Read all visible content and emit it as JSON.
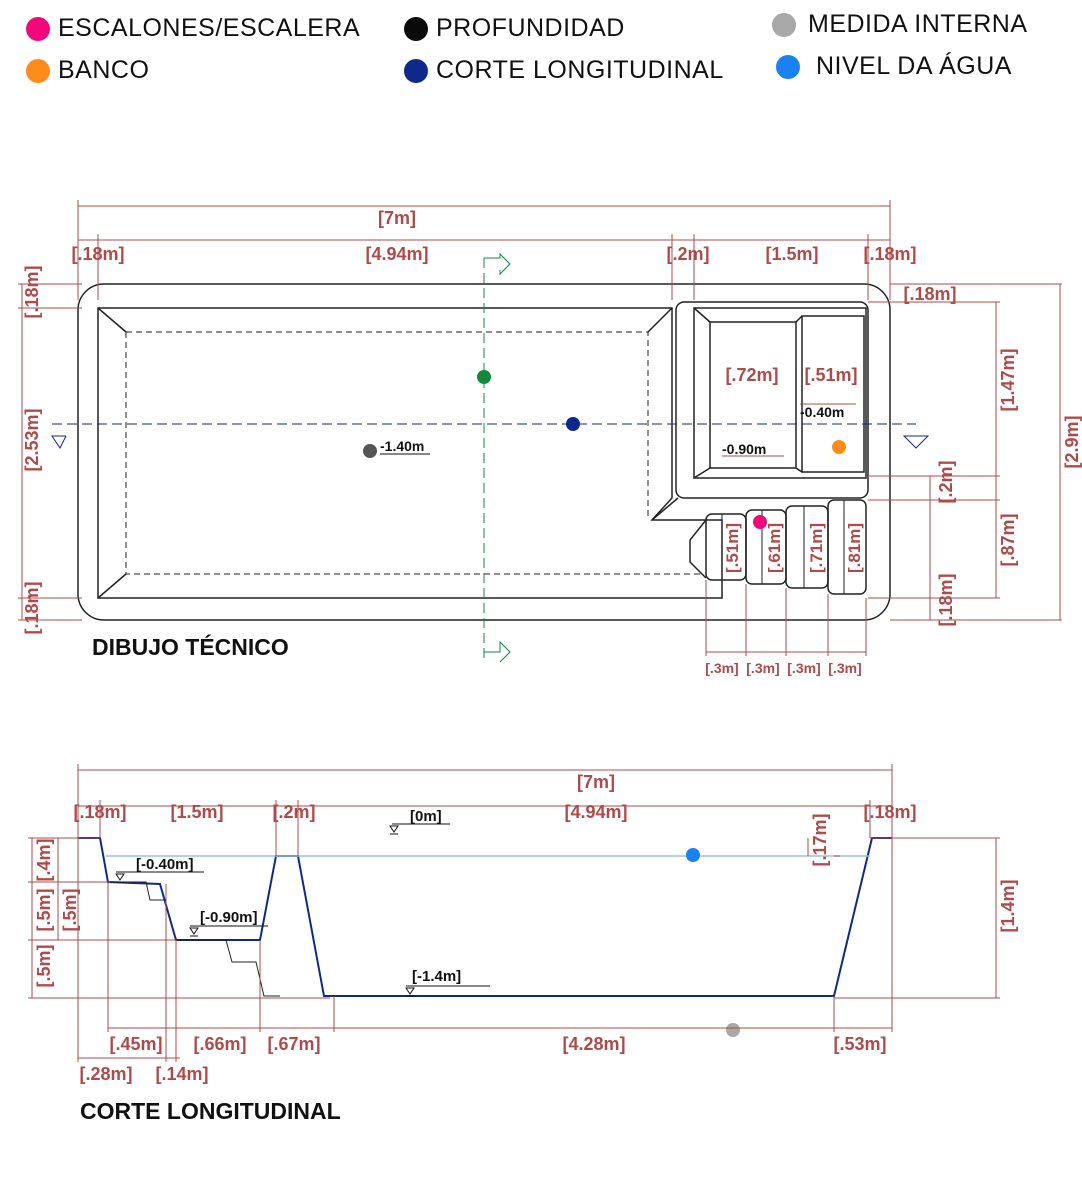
{
  "colors": {
    "escalones": "#f0087c",
    "profundidad": "#0a0a0a",
    "medida_interna": "#a8a8a8",
    "banco": "#ff8c1a",
    "corte": "#0d2a8a",
    "nivel": "#1a82f0",
    "green_marker": "#118a3e",
    "dim_color": "#b04a4a"
  },
  "legend": {
    "escalones": "ESCALONES/ESCALERA",
    "profundidad": "PROFUNDIDAD",
    "medida_interna": "MEDIDA INTERNA",
    "banco": "BANCO",
    "corte": "CORTE LONGITUDINAL",
    "nivel": "NIVEL DA ÁGUA"
  },
  "plan": {
    "title": "DIBUJO TÉCNICO",
    "total_length": "[7m]",
    "segments": [
      "[.18m]",
      "[4.94m]",
      "[.2m]",
      "[1.5m]",
      "[.18m]"
    ],
    "right_top": "[.18m]",
    "left_dims": [
      "[.18m]",
      "[2.53m]",
      "[.18m]"
    ],
    "right_dims": [
      "[1.47m]",
      "[.2m]",
      "[.87m]",
      "[.18m]"
    ],
    "total_width": "[2.9m]",
    "bench_dims": [
      "[.72m]",
      "[.51m]"
    ],
    "bench_levels": [
      "-0.40m",
      "-0.90m"
    ],
    "depth": "-1.40m",
    "step_dims": [
      "[.51m]",
      "[.61m]",
      "[.71m]",
      "[.81m]"
    ],
    "step_widths": [
      "[.3m]",
      "[.3m]",
      "[.3m]",
      "[.3m]"
    ]
  },
  "section": {
    "title": "CORTE LONGITUDINAL",
    "total_length": "[7m]",
    "top_segments": [
      "[.18m]",
      "[1.5m]",
      "[.2m]",
      "[4.94m]",
      "[.18m]"
    ],
    "levels": [
      "[0m]",
      "[-0.40m]",
      "[-0.90m]",
      "[-1.4m]"
    ],
    "left_dims": [
      "[.4m]",
      "[.5m]",
      "[.5m]",
      "[.5m]"
    ],
    "right_dims": [
      "[.17m]",
      "[1.4m]"
    ],
    "bottom_dims": [
      "[.45m]",
      "[.66m]",
      "[.67m]",
      "[4.28m]",
      "[.53m]"
    ],
    "bottom_dims2": [
      "[.28m]",
      "[.14m]"
    ]
  }
}
